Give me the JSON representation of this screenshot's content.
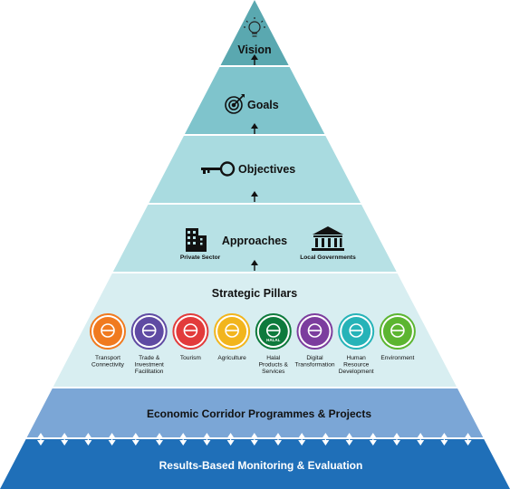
{
  "levels": {
    "vision": "Vision",
    "goals": "Goals",
    "objectives": "Objectives",
    "approaches": "Approaches",
    "strategic_pillars": "Strategic Pillars"
  },
  "approaches": {
    "private_sector": "Private Sector",
    "local_governments": "Local Governments"
  },
  "pillars": [
    {
      "lines": [
        "Transport",
        "Connectivity"
      ],
      "color": "#f07a1f",
      "icon": "globe-network-icon"
    },
    {
      "lines": [
        "Trade &",
        "Investment",
        "Facilitation"
      ],
      "color": "#5f4ba3",
      "icon": "money-exchange-icon"
    },
    {
      "lines": [
        "Tourism"
      ],
      "color": "#e23b3b",
      "icon": "handshake-icon"
    },
    {
      "lines": [
        "Agriculture"
      ],
      "color": "#f2b51d",
      "icon": "tractor-icon"
    },
    {
      "lines": [
        "Halal",
        "Products &",
        "Services"
      ],
      "color": "#0e7a3c",
      "icon": "halal-icon",
      "badge": "HALAL"
    },
    {
      "lines": [
        "Digital",
        "Transformation"
      ],
      "color": "#7c3d9e",
      "icon": "digital-fingerprint-icon"
    },
    {
      "lines": [
        "Human",
        "Resource",
        "Development"
      ],
      "color": "#26b3b8",
      "icon": "people-icon"
    },
    {
      "lines": [
        "Environment"
      ],
      "color": "#5cb531",
      "icon": "leaf-icon"
    }
  ],
  "base": {
    "programmes": "Economic Corridor Programmes & Projects",
    "monitoring": "Results-Based Monitoring & Evaluation"
  },
  "colors": {
    "vision": "#5aa8b0",
    "goals": "#7fc4cc",
    "objectives": "#a9dbe0",
    "approaches": "#b7e1e5",
    "pillars": "#d8eef1",
    "programmes": "#7ba6d6",
    "monitoring": "#1f6fb8"
  }
}
